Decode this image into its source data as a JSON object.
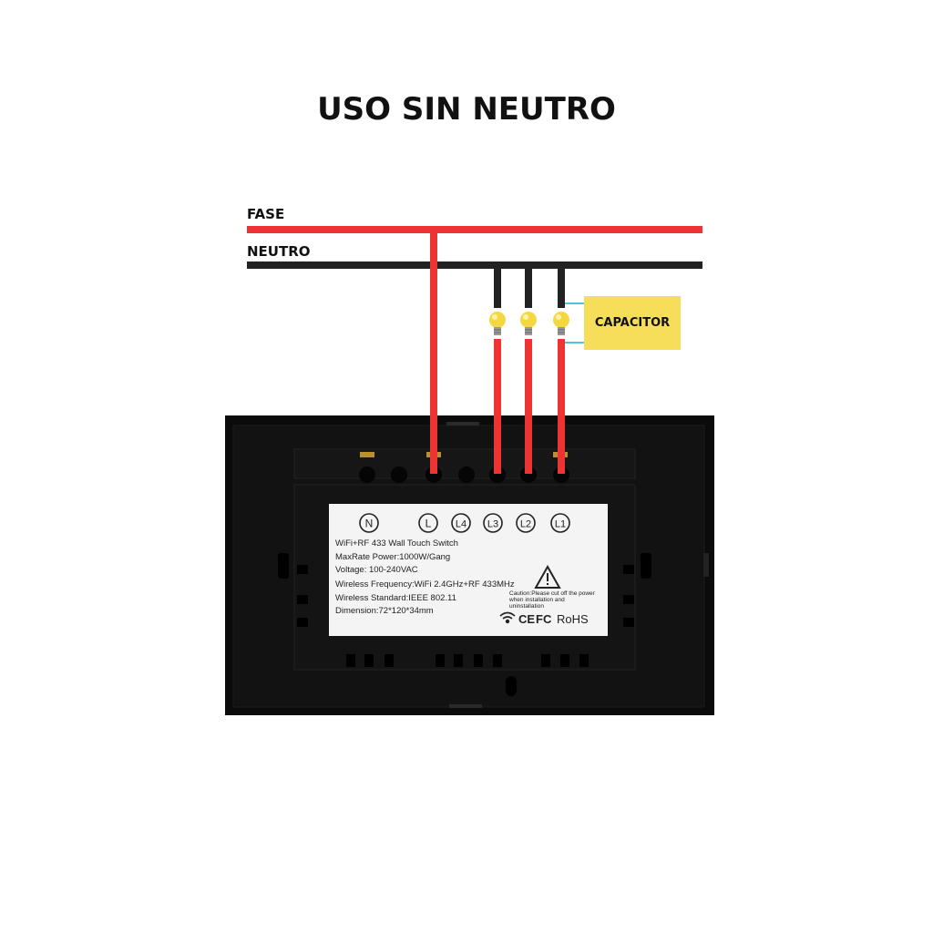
{
  "title": "USO SIN NEUTRO",
  "wires": {
    "phase_label": "FASE",
    "neutral_label": "NEUTRO",
    "phase_color": "#ee3333",
    "neutral_color": "#222222",
    "capacitor_link_color": "#4fc3d9"
  },
  "capacitor": {
    "label": "CAPACITOR",
    "color": "#f7de5a"
  },
  "bulbs": [
    "bulb-1",
    "bulb-2",
    "bulb-3"
  ],
  "terminals": [
    "N",
    "L",
    "L4",
    "L3",
    "L2",
    "L1"
  ],
  "sticker": {
    "lines": [
      "WiFi+RF 433 Wall Touch Switch",
      "MaxRate Power:1000W/Gang",
      "Voltage: 100-240VAC",
      "Wireless Frequency:WiFi 2.4GHz+RF 433MHz",
      "Wireless Standard:IEEE 802.11",
      "Dimension:72*120*34mm"
    ],
    "caution": "Caution:Please cut off the power when installation and uninstallation",
    "certs": {
      "ce": "CE",
      "fc": "FC",
      "rohs": "RoHS"
    }
  }
}
